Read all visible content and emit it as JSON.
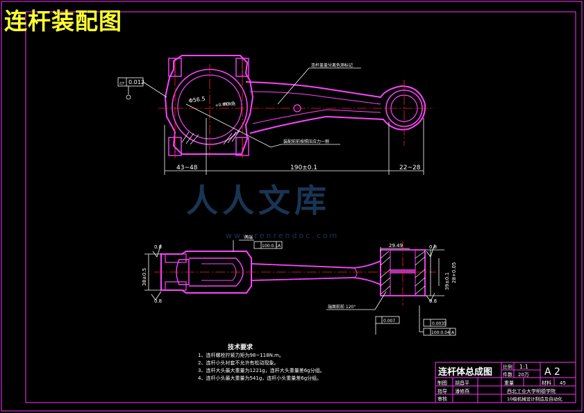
{
  "page": {
    "title": "连杆装配图"
  },
  "colors": {
    "background": "#000000",
    "frame": "#ff33ff",
    "part": "#ff44ff",
    "center_line": "#ff2222",
    "dimension": "#ffffff",
    "hatch": "#ffffff",
    "title_text": "#ffff33",
    "watermark": "#1e3f63"
  },
  "watermark": {
    "main": "人人文库",
    "url": "www.renrendoc.com"
  },
  "views": {
    "front": {
      "label_top": "连杆盖盖分离色测标记",
      "label_bottom": "装配前前按照压应力一侧",
      "big_bore": "Φ56.5",
      "big_bore_tol": "+0.019 0",
      "small_bore_tol": "Φ0.03",
      "flatness": "0.012",
      "dims": {
        "left": "43~48",
        "center": "190±0.1",
        "right": "22~28"
      }
    },
    "top": {
      "bearing_label": "两端",
      "ref_box": "100:0.1",
      "ref_letter": "A",
      "rough_left_top": "0.8",
      "rough_left_bottom": "0.8",
      "rough_right_top": "0.8",
      "rough_right_bottom": "0.8",
      "width_top": "29.49",
      "side_dim_left": "38±0.5",
      "side_dim_right": "28+0.05",
      "side_dim_right2": "39±0.1",
      "bottom_label": "端面前前 120°",
      "box_left": "0.007",
      "box_right1": "0.0035",
      "box_right2": "100:0.04",
      "box_right2_letter": "A"
    }
  },
  "requirements": {
    "title": "技术要求",
    "items": [
      "1、连杆螺栓拧紧力矩为98~118N.m。",
      "2、连杆小头衬套不允许有松动现象。",
      "3、连杆大头最大重量为1221g，连杆大头重量差6g分组。",
      "4、连杆小头最大重量为541g，连杆小头重量差6g分组。"
    ]
  },
  "title_block": {
    "name": "连杆体总成图",
    "scale_label": "比例",
    "scale": "1:1",
    "qty_label": "件数",
    "qty": "20万",
    "size": "A 2",
    "row1": {
      "role": "制图",
      "person": "胡昌平",
      "col2": "重量",
      "col3": "材料",
      "col4": "45"
    },
    "row2": {
      "role": "指导",
      "person": "潘修燕",
      "org": "西北工业大学明德学院"
    },
    "row3": {
      "role": "审核",
      "dept": "10级机械设计制造及自动化"
    }
  }
}
